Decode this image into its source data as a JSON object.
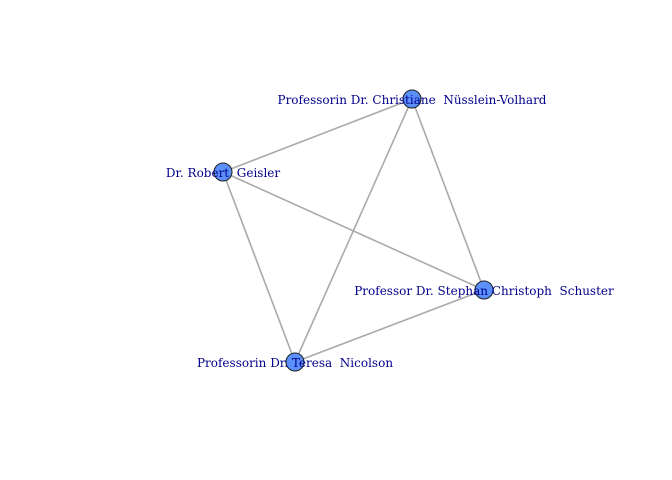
{
  "graph": {
    "colors": {
      "edge": "#aaaaaa",
      "node_fill": "#5b8ff9",
      "node_stroke": "#1f1f1f",
      "label": "#00008b",
      "background": "#ffffff"
    },
    "nodes": [
      {
        "id": "n1",
        "label": "Professorin Dr. Christiane  Nüsslein-Volhard"
      },
      {
        "id": "n2",
        "label": "Dr. Robert  Geisler"
      },
      {
        "id": "n3",
        "label": "Professor Dr. Stephan Christoph  Schuster"
      },
      {
        "id": "n4",
        "label": "Professorin Dr. Teresa  Nicolson"
      }
    ],
    "edges": [
      {
        "source": "n1",
        "target": "n2"
      },
      {
        "source": "n1",
        "target": "n3"
      },
      {
        "source": "n1",
        "target": "n4"
      },
      {
        "source": "n2",
        "target": "n3"
      },
      {
        "source": "n2",
        "target": "n4"
      },
      {
        "source": "n3",
        "target": "n4"
      }
    ]
  }
}
